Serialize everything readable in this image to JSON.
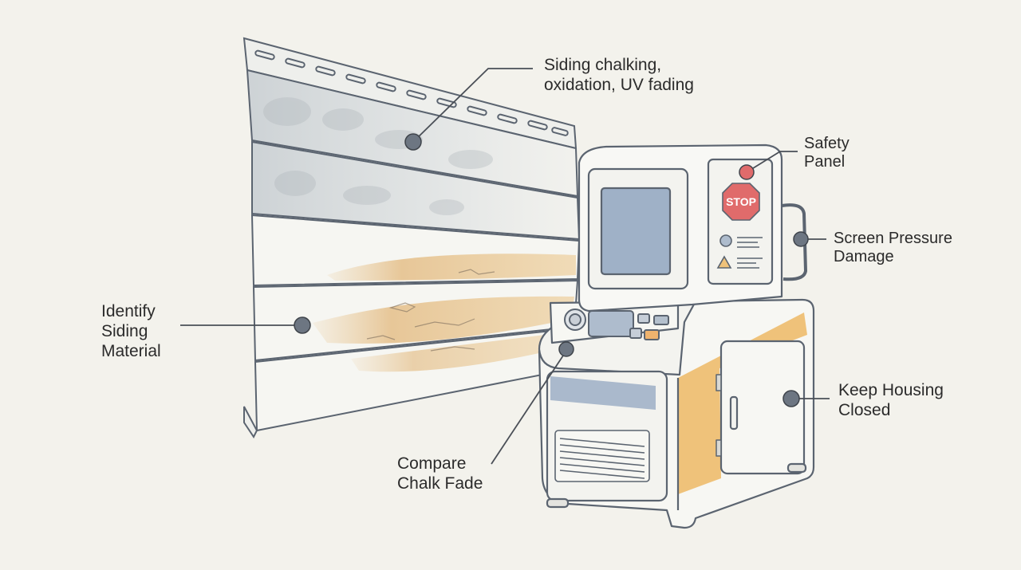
{
  "labels": {
    "chalking": {
      "line1": "Siding chalking,",
      "line2": "oxidation, UV fading"
    },
    "safety": {
      "line1": "Safety",
      "line2": "Panel"
    },
    "screen": {
      "line1": "Screen Pressure",
      "line2": "Damage"
    },
    "identify": {
      "line1": "Identify",
      "line2": "Siding",
      "line3": "Material"
    },
    "housing": {
      "line1": "Keep Housing",
      "line2": "Closed"
    },
    "compare": {
      "line1": "Compare",
      "line2": "Chalk Fade"
    }
  },
  "stop_sign_text": "STOP",
  "colors": {
    "background": "#f3f2ec",
    "outline": "#5b6470",
    "marker": "#6d7682",
    "accent_orange": "#efc27a",
    "stop_red": "#e06b6b",
    "screen_blue": "#9fb1c7"
  }
}
